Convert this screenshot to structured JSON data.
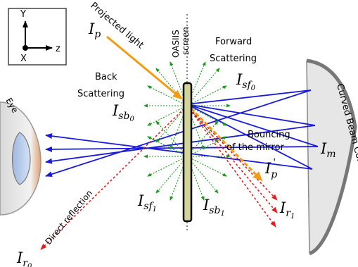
{
  "axes": {
    "y": "Y",
    "z": "z",
    "x": "X"
  },
  "screen": {
    "name": "OASIIS",
    "sub": "screen"
  },
  "labels": {
    "projected": "Projected light",
    "forward1": "Forward",
    "forward2": "Scattering",
    "back1": "Back",
    "back2": "Scattering",
    "bouncing1": "Bouncing",
    "bouncing2": "of the mirror",
    "direct": "Direct reflection",
    "eye": "Eye",
    "combiner": "Curved Beam Combiner"
  },
  "symbols": {
    "ip": {
      "base": "I",
      "sub": "p",
      "sup": ""
    },
    "isf0": {
      "base": "I",
      "sub": "sf",
      "sub2": "0"
    },
    "isb0": {
      "base": "I",
      "sub": "sb",
      "sub2": "0"
    },
    "im": {
      "base": "I",
      "sub": "m"
    },
    "ipp": {
      "base": "I",
      "sub": "p",
      "sup": "'"
    },
    "isf1": {
      "base": "I",
      "sub": "sf",
      "sub2": "1"
    },
    "isb1": {
      "base": "I",
      "sub": "sb",
      "sub2": "1"
    },
    "ir1": {
      "base": "I",
      "sub": "r",
      "sub2": "1"
    },
    "ir0": {
      "base": "I",
      "sub": "r",
      "sub2": "0"
    }
  },
  "colors": {
    "projected": "#f39c12",
    "blue": "#1a1adb",
    "red": "#e41a1c",
    "green": "#1a9a1a",
    "screenFill": "#d4d49a"
  }
}
